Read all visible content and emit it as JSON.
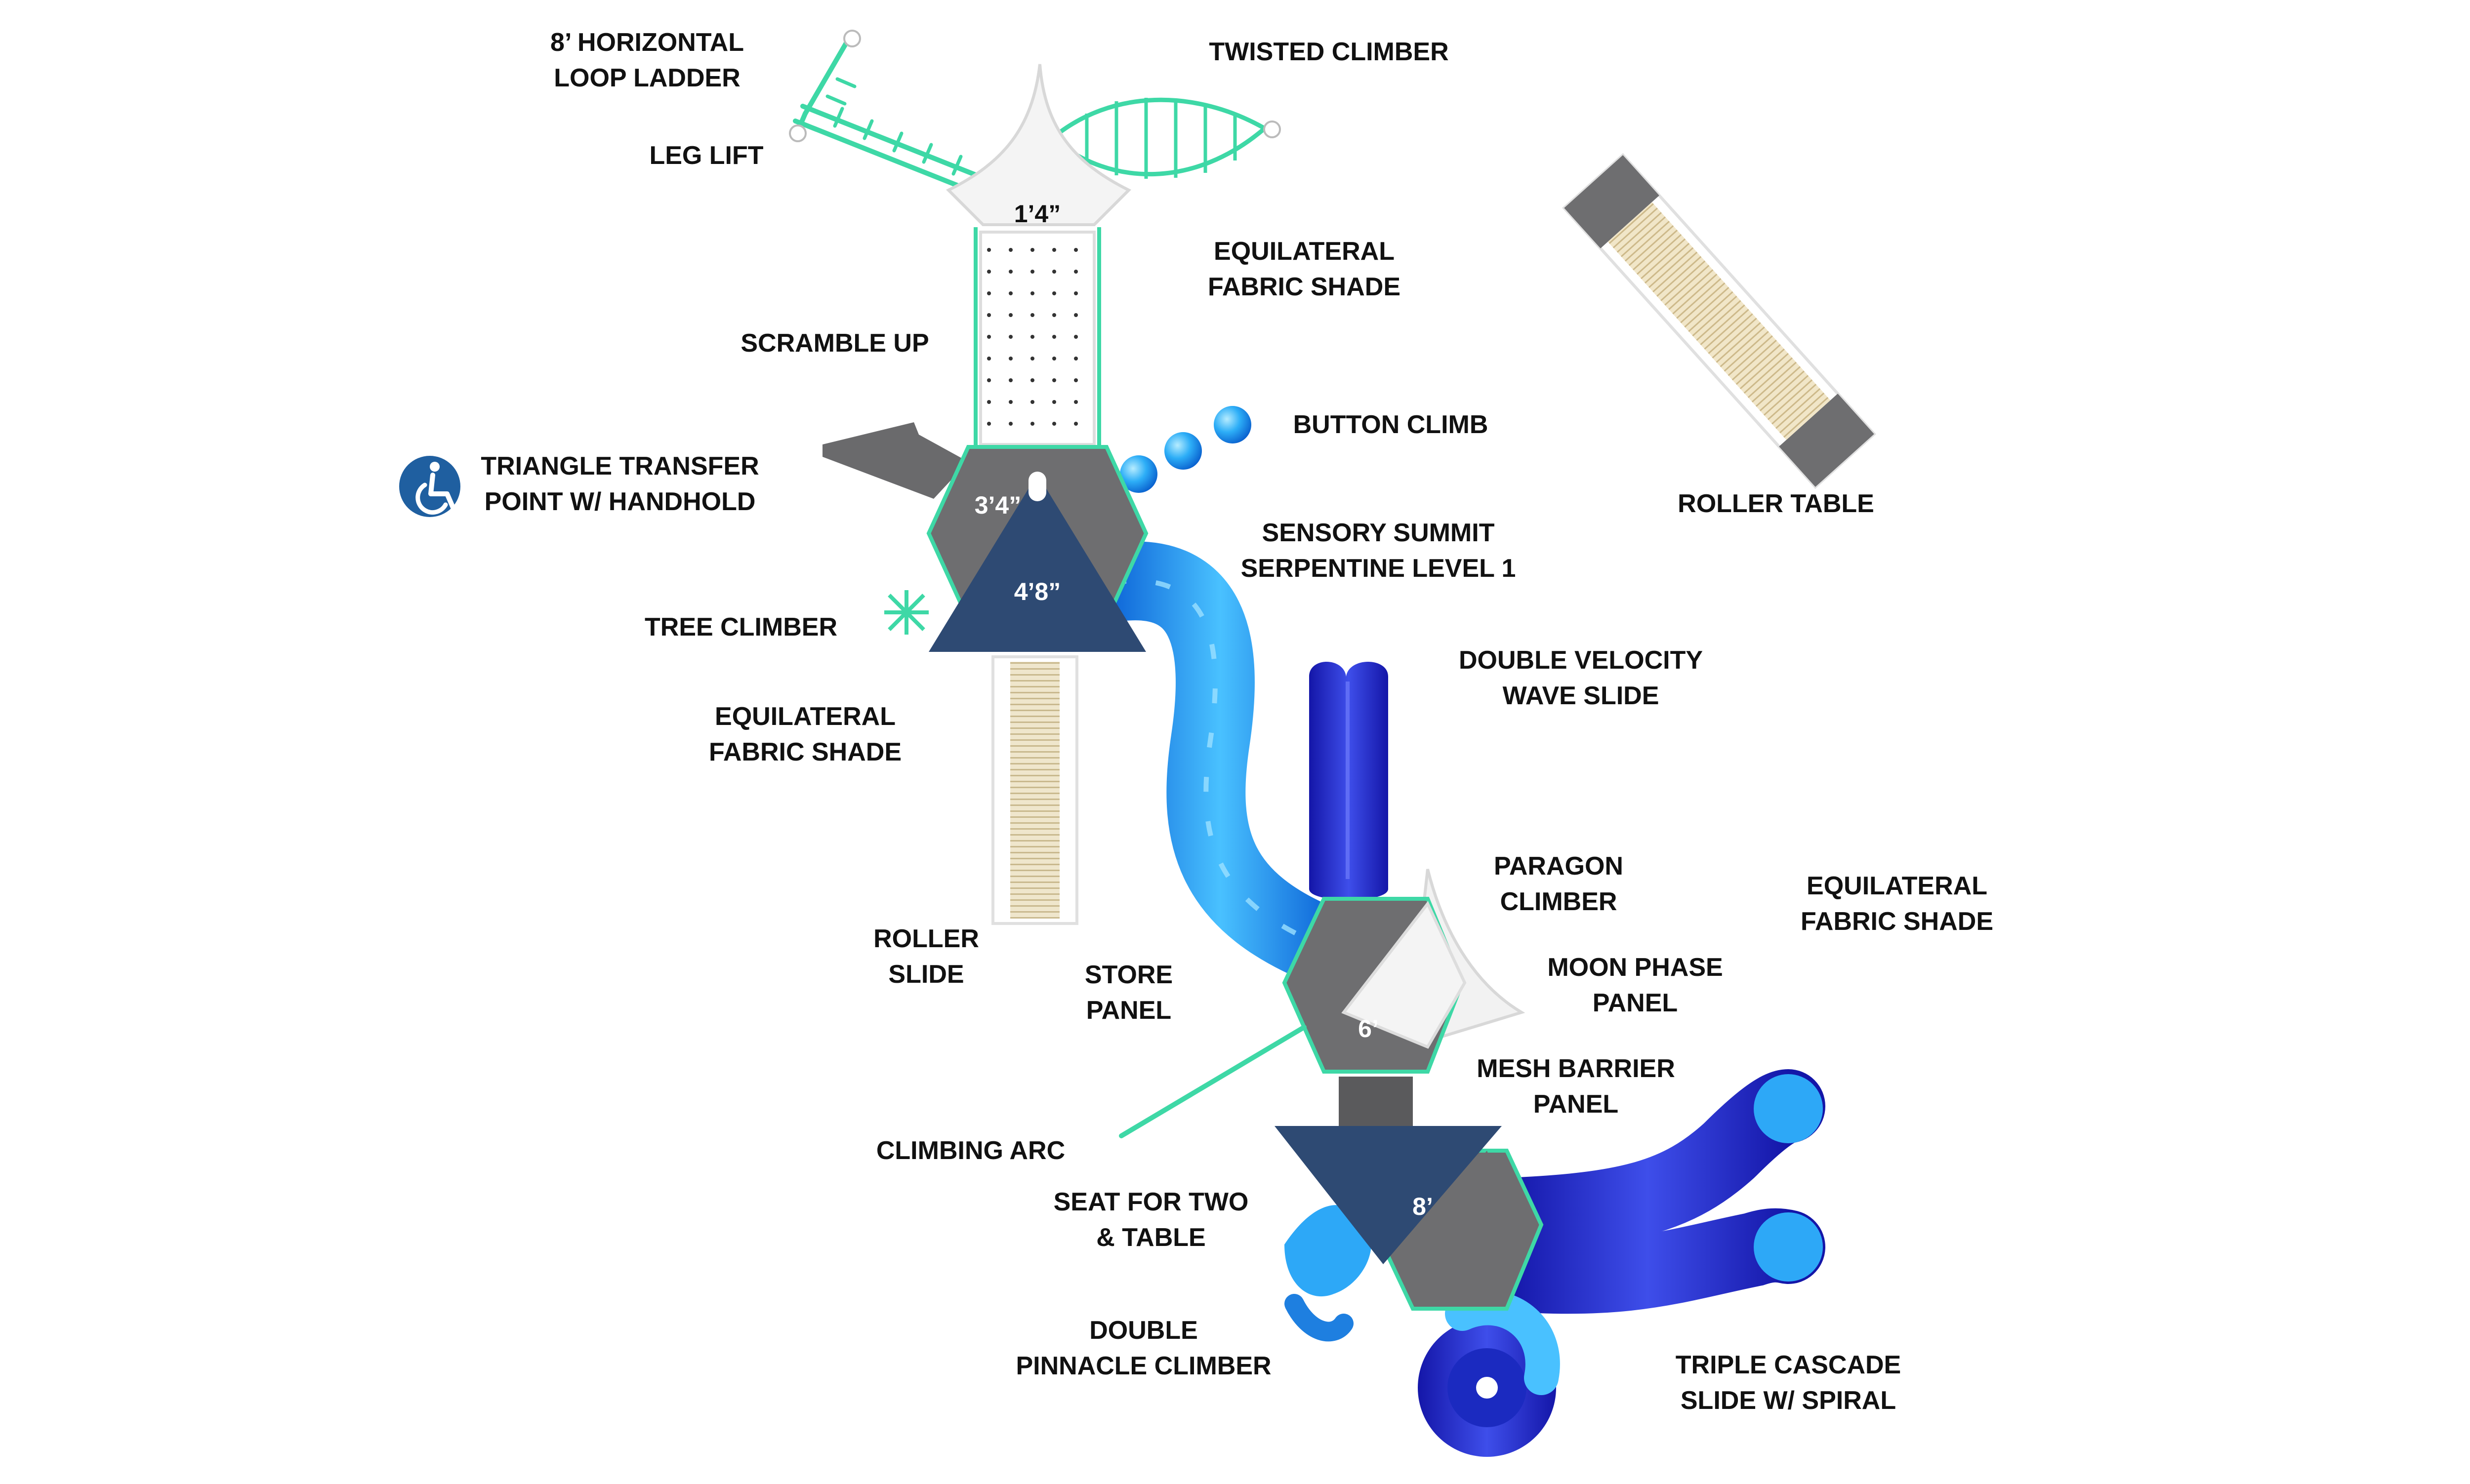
{
  "colors": {
    "accent_green": "#3ED8A6",
    "deck_gray": "#6E6E70",
    "deck_dark_gray": "#5A5A5C",
    "shade_navy": "#2E4A73",
    "slide_blue": "#1FA3F5",
    "slide_dark_blue": "#1A2ACB",
    "canopy_white": "#F2F2F2",
    "roller_tan": "#E9DEC0",
    "label_black": "#111111",
    "accessibility_blue": "#1F5FA0"
  },
  "labels": {
    "loop_ladder": [
      "8’ HORIZONTAL",
      "LOOP LADDER"
    ],
    "twisted_climber": [
      "TWISTED CLIMBER"
    ],
    "leg_lift": [
      "LEG LIFT"
    ],
    "shade_top": [
      "EQUILATERAL",
      "FABRIC SHADE"
    ],
    "scramble_up": [
      "SCRAMBLE UP"
    ],
    "button_climb": [
      "BUTTON CLIMB"
    ],
    "triangle_transfer": [
      "TRIANGLE TRANSFER",
      "POINT W/ HANDHOLD"
    ],
    "roller_table": [
      "ROLLER TABLE"
    ],
    "serpentine": [
      "SENSORY SUMMIT",
      "SERPENTINE LEVEL 1"
    ],
    "tree_climber": [
      "TREE CLIMBER"
    ],
    "double_velocity": [
      "DOUBLE VELOCITY",
      "WAVE SLIDE"
    ],
    "shade_left": [
      "EQUILATERAL",
      "FABRIC SHADE"
    ],
    "paragon": [
      "PARAGON",
      "CLIMBER"
    ],
    "shade_right": [
      "EQUILATERAL",
      "FABRIC SHADE"
    ],
    "roller_slide": [
      "ROLLER",
      "SLIDE"
    ],
    "store_panel": [
      "STORE",
      "PANEL"
    ],
    "moon_phase": [
      "MOON PHASE",
      "PANEL"
    ],
    "mesh_barrier": [
      "MESH BARRIER",
      "PANEL"
    ],
    "climbing_arc": [
      "CLIMBING ARC"
    ],
    "seat_for_two": [
      "SEAT FOR TWO",
      "& TABLE"
    ],
    "double_pinnacle": [
      "DOUBLE",
      "PINNACLE CLIMBER"
    ],
    "triple_cascade": [
      "TRIPLE CASCADE",
      "SLIDE W/ SPIRAL"
    ]
  },
  "deck_heights": {
    "top_roof": "1’4”",
    "deck_a": "3’4”",
    "deck_b": "4’8”",
    "deck_c": "6’",
    "deck_d": "8’"
  },
  "icons": {
    "accessibility": "wheelchair-accessibility-icon"
  }
}
